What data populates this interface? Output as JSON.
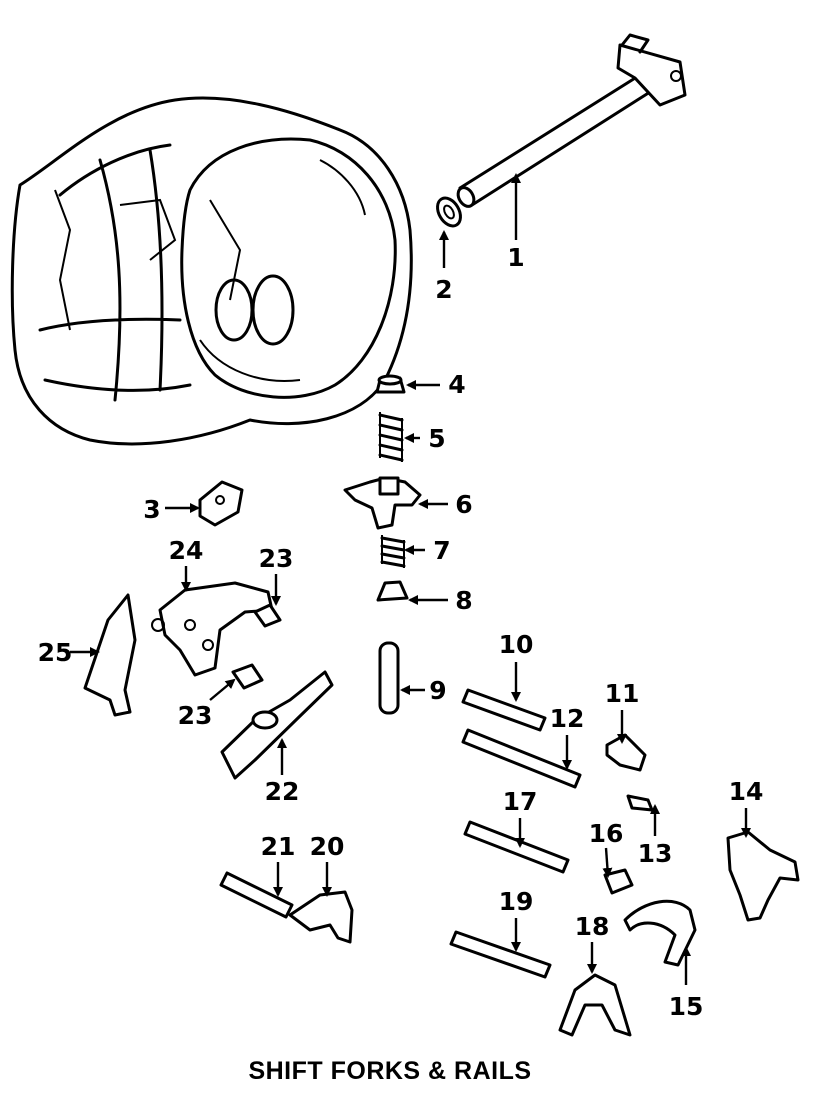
{
  "title": "SHIFT FORKS & RAILS",
  "callouts": {
    "c1": "1",
    "c2": "2",
    "c3": "3",
    "c4": "4",
    "c5": "5",
    "c6": "6",
    "c7": "7",
    "c8": "8",
    "c9": "9",
    "c10": "10",
    "c11": "11",
    "c12": "12",
    "c13": "13",
    "c14": "14",
    "c15": "15",
    "c16": "16",
    "c17": "17",
    "c18": "18",
    "c19": "19",
    "c20": "20",
    "c21": "21",
    "c22": "22",
    "c23a": "23",
    "c23b": "23",
    "c24": "24",
    "c25": "25"
  }
}
